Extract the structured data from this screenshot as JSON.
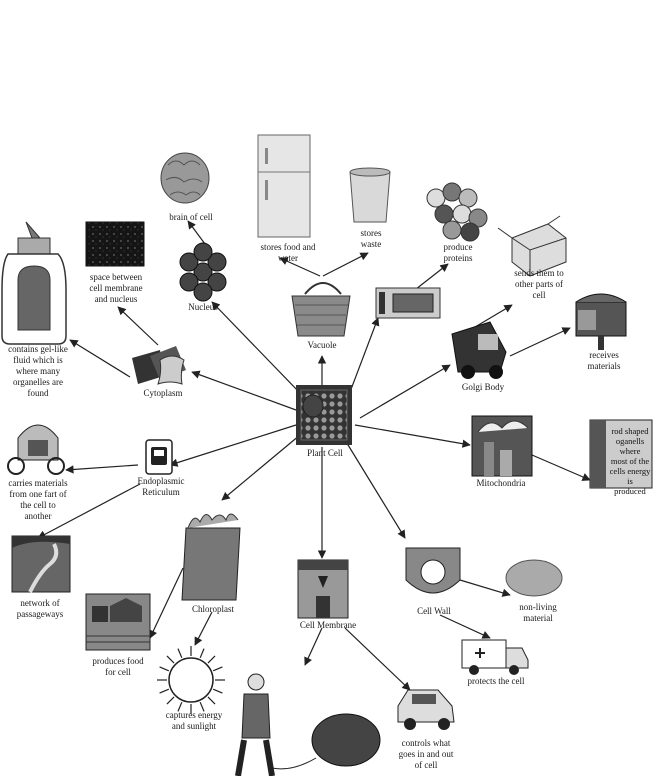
{
  "center": "Plant Cell",
  "organelles": {
    "nucleus": "Nucleus",
    "vacuole": "Vacuole",
    "golgi": "Golgi Body",
    "cytoplasm": "Cytoplasm",
    "er": "Endoplasmic\nReticulum",
    "mitochondria": "Mitochondria",
    "chloroplast": "Chloroplast",
    "cell_membrane": "Cell Membrane",
    "cell_wall": "Cell Wall"
  },
  "descriptions": {
    "brain": "brain of cell",
    "stores_food": "stores food and\nwater",
    "stores_waste": "stores\nwaste",
    "produce_proteins": "produce\nproteins",
    "sends_them": "sends them to\nother parts of\ncell",
    "receives": "receives\nmaterials",
    "space_between": "space between\ncell membrane\nand nucleus",
    "gel_fluid": "contains gel-like\nfluid which is\nwhere many\norganelles are\nfound",
    "carries": "carries materials\nfrom one fart of\nthe cell to\nanother",
    "network": "network of\npassageways",
    "rod_shaped": "rod shaped\noganells where\nmost of the\ncells energy is\nproduced",
    "produces_food": "produces food\nfor cell",
    "captures": "captures energy\nand sunlight",
    "non_living": "non-living\nmaterial",
    "protects": "protects the cell",
    "controls": "controls what\ngoes in and out\nof cell"
  }
}
